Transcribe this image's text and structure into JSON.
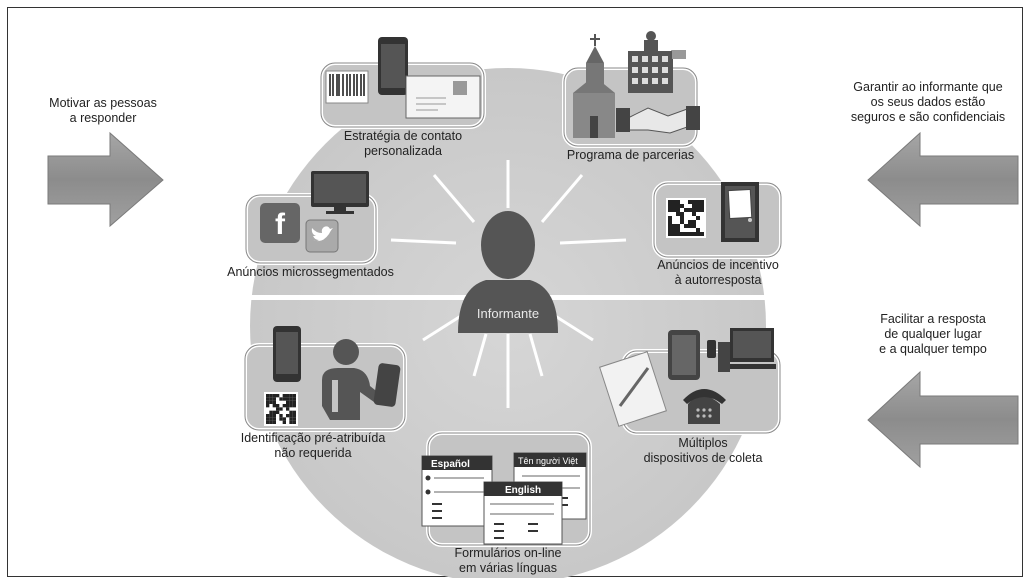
{
  "center": {
    "label": "Informante"
  },
  "left": {
    "motivate": [
      "Motivar as pessoas",
      "a responder"
    ]
  },
  "right": {
    "guarantee": [
      "Garantir ao informante que",
      "os seus dados estão",
      "seguros e são confidenciais"
    ],
    "facilitate": [
      "Facilitar a resposta",
      "de qualquer lugar",
      "e a qualquer tempo"
    ]
  },
  "nodes": {
    "contact_strategy": [
      "Estratégia de contato",
      "personalizada"
    ],
    "partnerships": [
      "Programa de parcerias"
    ],
    "micro_ads": [
      "Anúncios microssegmentados"
    ],
    "incentive_ads": [
      "Anúncios de incentivo",
      "à autorresposta"
    ],
    "pre_id": [
      "Identificação pré-atribuída",
      "não requerida"
    ],
    "multi_devices": [
      "Múltiplos",
      "dispositivos de coleta"
    ],
    "online_forms": [
      "Formulários on-line",
      "em várias línguas"
    ]
  },
  "form_tabs": {
    "spanish": "Español",
    "vietnamese": "Tên người Việt",
    "english": "English"
  },
  "icons": [
    "barcode-icon",
    "phone-icon",
    "envelope-icon",
    "church-icon",
    "building-icon",
    "flag-icon",
    "handshake-icon",
    "facebook-icon",
    "twitter-icon",
    "monitor-icon",
    "qr-code-icon",
    "door-icon",
    "person-icon",
    "tablet-icon",
    "desktop-computer-icon",
    "telephone-icon",
    "notepad-icon",
    "pen-icon",
    "form-icon",
    "arrow-right-icon",
    "arrow-left-icon"
  ],
  "colors": {
    "circle": "#cdcdcd",
    "arrow": "#8f8f8f",
    "person": "#555555",
    "rays": "#ffffff"
  }
}
